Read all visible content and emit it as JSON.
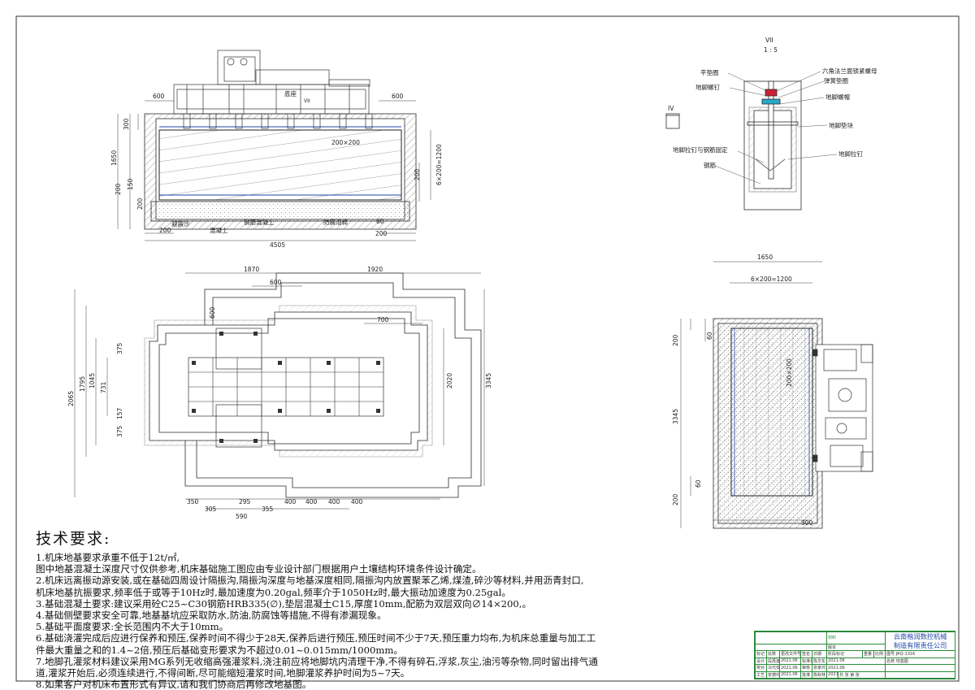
{
  "elevation": {
    "label_base": "底座",
    "label_vii": "VII",
    "dims": {
      "d600l": "600",
      "d600r": "600",
      "d300": "300",
      "d1650": "1650",
      "d200a": "200",
      "d150": "150",
      "d200b": "200",
      "d200x200": "200×200",
      "d6x200": "6×200=1200",
      "d200r": "200",
      "d60": "60",
      "d200bot": "200",
      "d200botr": "200",
      "d4505": "4505"
    },
    "callouts": {
      "sand": "避震沙",
      "concrete": "混凝土",
      "rc": "钢筋混凝土",
      "foam": "防震泡棉"
    }
  },
  "detail": {
    "title": "VII",
    "scale": "1 : 5",
    "iv": "IV",
    "labels": [
      "平垫圈",
      "地脚螺钉",
      "六角法兰面锁紧螺母",
      "弹簧垫圈",
      "地脚螺帽",
      "地脚垫块",
      "地脚拉钉与钢筋固定",
      "地脚拉钉",
      "钢筋"
    ]
  },
  "plan": {
    "dims": {
      "d1870": "1870",
      "d1920": "1920",
      "d600": "600",
      "d600v": "600",
      "d700": "700",
      "d2065": "2065",
      "d1795": "1795",
      "d1045": "1045",
      "d731": "731",
      "d375a": "375",
      "d375b": "375",
      "d157": "157",
      "d2020": "2020",
      "d3345": "3345",
      "b350": "350",
      "b305": "305",
      "b295": "295",
      "b355": "355",
      "b400a": "400",
      "b400b": "400",
      "b400c": "400",
      "b400d": "400",
      "b590": "590"
    }
  },
  "section": {
    "dims": {
      "d1650": "1650",
      "d6x200": "6×200=1200",
      "d200": "200",
      "d60": "60",
      "d3345": "3345",
      "d200x200": "200×200",
      "d60b": "60",
      "d200b": "200",
      "d300": "300"
    }
  },
  "notes": {
    "title": "技术要求:",
    "lines": [
      "1.机床地基要求承重不低于12t/㎡,",
      "图中地基混凝土深度尺寸仅供参考,机床基础施工图应由专业设计部门根据用户土壤结构环境条件设计确定。",
      "2.机床远离振动源安装,或在基础四周设计隔振沟,隔振沟深度与地基深度相同,隔振沟内放置聚苯乙烯,煤渣,碎沙等材料,并用沥青封口,",
      "机床地基抗振要求,频率低于或等于10Hz时,最加速度为0.20gal,频率介于1050Hz时,最大振动加速度为0.25gal。",
      "3.基础混凝土要求:建议采用砼C25~C30钢筋HRB335(∅),垫层混凝土C15,厚度10mm,配筋为双层双向∅14×200,。",
      "4.基础侧壁要求安全可靠,地基基坑应采取防水,防油,防腐蚀等措施,不得有渗漏现象。",
      "5.基础平面度要求:全长范围内不大于10mm。",
      "6.基础浇灌完成后应进行保养和预压,保养时间不得少于28天,保养后进行预压,预压时间不少于7天,预压重力均布,为机床总重量与加工工",
      "件最大重量之和的1.4~2倍,预压后基础变形要求为不超过0.01~0.015mm/1000mm。",
      "7.地脚孔灌浆材料建议采用MG系列无收缩高强灌浆料,浇注前应将地脚坑内清理干净,不得有碎石,浮浆,灰尘,油污等杂物,同时留出排气通",
      "道,灌浆开始后,必须连续进行,不得间断,尽可能缩短灌浆时间,地脚灌浆养护时间为5~7天。",
      "8.如果客户对机床布置形式有异议,请和我们协商后再修改地基图。"
    ]
  },
  "title_block": {
    "company_line1": "云南楷润数控机械",
    "company_line2": "制造有限责任公司",
    "material": "材料",
    "version": "版本",
    "drawing_no": "JRQ-1316",
    "drawing_name": "地基图",
    "row_mark": "标记",
    "row_count": "处数",
    "row_change": "更改文件号",
    "row_sign": "签名",
    "row_date": "日期",
    "design": "设计",
    "designer": "段再莲",
    "design_date": "2021.06",
    "standard": "标准化",
    "std_person": "陈华东",
    "std_date": "2021.06",
    "check": "校对",
    "checker": "马代安",
    "check_date": "2021.06",
    "review": "审核",
    "reviewer": "张家鸿",
    "review_date": "2021.06",
    "process": "工艺",
    "process_person": "安德中",
    "process_date": "2021.06",
    "approve": "批准",
    "approver": "陈秋林",
    "approve_date": "2021.06",
    "stage": "阶段标记",
    "weight": "重量",
    "ratio": "比例",
    "sheets": "共 张  第 张",
    "dwg_no_label": "图号",
    "name_label": "名称"
  },
  "colors": {
    "line": "#2a2a2a",
    "dim": "#3a3a3a",
    "green": "#2a8a3a",
    "blue": "#2244aa",
    "red": "#c23",
    "cyan": "#2aa8c8"
  }
}
